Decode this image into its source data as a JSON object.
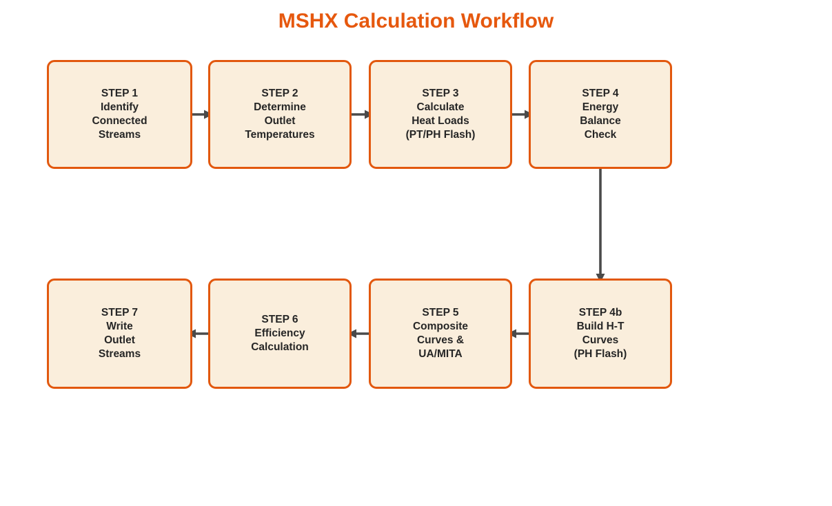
{
  "title": "MSHX Calculation Workflow",
  "colors": {
    "accent_orange": "#E6580E",
    "box_border": "#E2580E",
    "box_fill": "#FAEEDC",
    "box_text": "#262626",
    "arrow": "#4A4A4A",
    "background": "#FFFFFF"
  },
  "steps": [
    {
      "id": "step-1",
      "label": "STEP 1\nIdentify\nConnected\nStreams"
    },
    {
      "id": "step-2",
      "label": "STEP 2\nDetermine\nOutlet\nTemperatures"
    },
    {
      "id": "step-3",
      "label": "STEP 3\nCalculate\nHeat Loads\n(PT/PH Flash)"
    },
    {
      "id": "step-4",
      "label": "STEP 4\nEnergy\nBalance\nCheck"
    },
    {
      "id": "step-4b",
      "label": "STEP 4b\nBuild H-T\nCurves\n(PH Flash)"
    },
    {
      "id": "step-5",
      "label": "STEP 5\nComposite\nCurves &\nUA/MITA"
    },
    {
      "id": "step-6",
      "label": "STEP 6\nEfficiency\nCalculation"
    },
    {
      "id": "step-7",
      "label": "STEP 7\nWrite\nOutlet\nStreams"
    }
  ],
  "connections": [
    {
      "from": "step-1",
      "to": "step-2",
      "direction": "right"
    },
    {
      "from": "step-2",
      "to": "step-3",
      "direction": "right"
    },
    {
      "from": "step-3",
      "to": "step-4",
      "direction": "right"
    },
    {
      "from": "step-4",
      "to": "step-4b",
      "direction": "down"
    },
    {
      "from": "step-4b",
      "to": "step-5",
      "direction": "left"
    },
    {
      "from": "step-5",
      "to": "step-6",
      "direction": "left"
    },
    {
      "from": "step-6",
      "to": "step-7",
      "direction": "left"
    }
  ]
}
